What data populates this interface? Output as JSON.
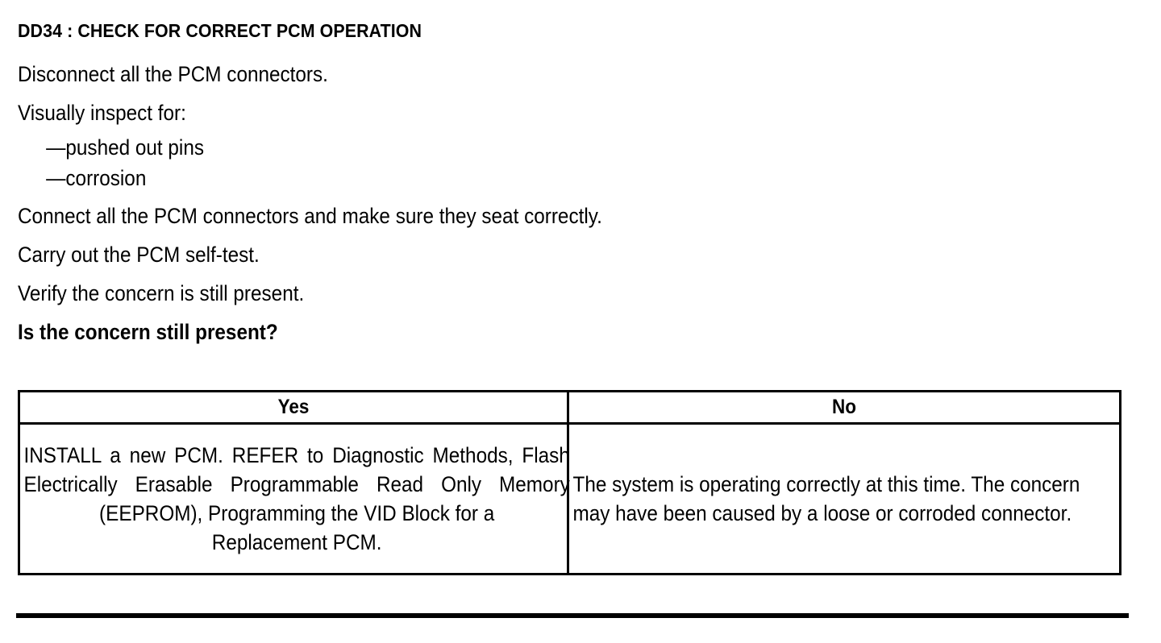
{
  "document": {
    "heading": "DD34 : CHECK FOR CORRECT PCM OPERATION",
    "steps": [
      {
        "text": "Disconnect all the PCM connectors.",
        "bold": false
      },
      {
        "text": "Visually inspect for:",
        "bold": false
      }
    ],
    "bullets": [
      "—pushed out pins",
      "—corrosion"
    ],
    "steps_after": [
      {
        "text": "Connect all the PCM connectors and make sure they seat correctly.",
        "bold": false
      },
      {
        "text": "Carry out the PCM self-test.",
        "bold": false
      },
      {
        "text": "Verify the concern is still present.",
        "bold": false
      }
    ],
    "question": "Is the concern still present?"
  },
  "decision_table": {
    "headers": {
      "yes": "Yes",
      "no": "No"
    },
    "cells": {
      "yes_main": "INSTALL a new PCM. REFER to Diagnostic Methods, Flash Electrically Erasable Programmable Read Only Memory (EEPROM), Programming the VID Block for a",
      "yes_tail": "Replacement PCM.",
      "no": "The system is operating correctly at this time. The concern may have been caused by a loose or corroded connector."
    }
  },
  "colors": {
    "ink": "#000000",
    "paper": "#ffffff"
  }
}
